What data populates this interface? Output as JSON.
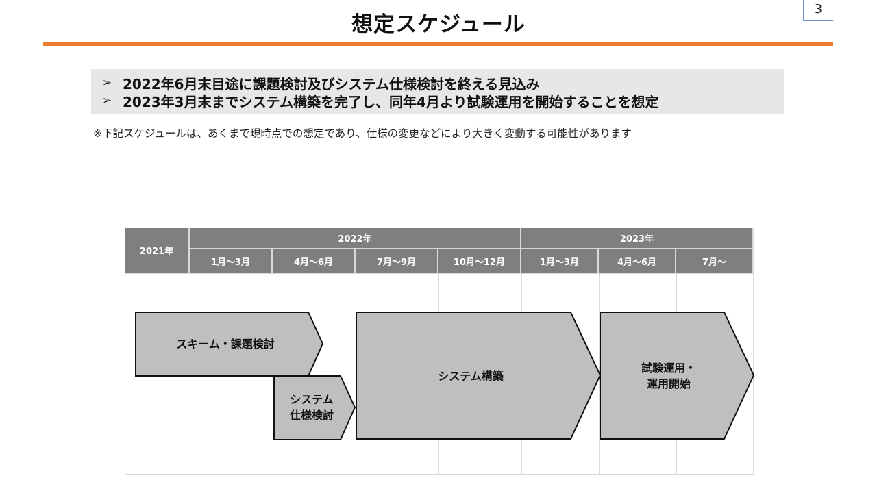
{
  "slide": {
    "title": "想定スケジュール",
    "page_number": "3",
    "accent_color": "#ed7d31"
  },
  "summary": {
    "bullet_icon": "➢",
    "lines": [
      "2022年6月末目途に課題検討及びシステム仕様検討を終える見込み",
      "2023年3月末までシステム構築を完了し、同年4月より試験運用を開始することを想定"
    ]
  },
  "note": "※下記スケジュールは、あくまで現時点での想定であり、仕様の変更などにより大きく変動する可能性があります",
  "schedule": {
    "header_color": "#7f7f7f",
    "years": [
      {
        "label": "2021年"
      },
      {
        "label": "2022年"
      },
      {
        "label": "2023年"
      }
    ],
    "periods": [
      {
        "label": "1月～3月",
        "year": "2022年"
      },
      {
        "label": "4月～6月",
        "year": "2022年"
      },
      {
        "label": "7月～9月",
        "year": "2022年"
      },
      {
        "label": "10月～12月",
        "year": "2022年"
      },
      {
        "label": "1月～3月",
        "year": "2023年"
      },
      {
        "label": "4月～6月",
        "year": "2023年"
      },
      {
        "label": "7月～",
        "year": "2023年"
      }
    ],
    "phases": [
      {
        "label": "スキーム・課題検討",
        "start": "2021年",
        "end": "2022年 4月～6月"
      },
      {
        "label_line1": "システム",
        "label_line2": "仕様検討",
        "start": "2022年 4月～6月",
        "end": "2022年 4月～6月"
      },
      {
        "label": "システム構築",
        "start": "2022年 7月～9月",
        "end": "2023年 1月～3月"
      },
      {
        "label_line1": "試験運用・",
        "label_line2": "運用開始",
        "start": "2023年 4月～6月",
        "end": "2023年 7月～"
      }
    ]
  }
}
